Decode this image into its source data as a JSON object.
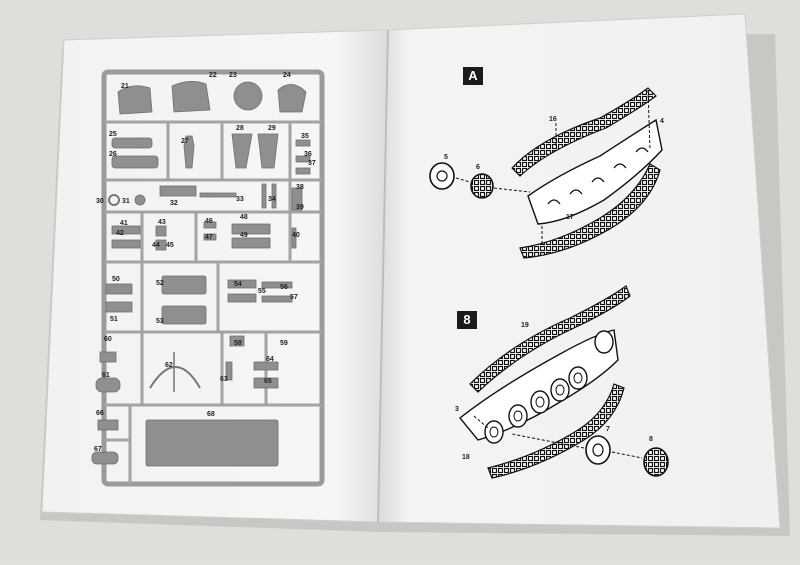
{
  "sprue_numbers": [
    "21",
    "22",
    "23",
    "24",
    "25",
    "26",
    "27",
    "28",
    "29",
    "35",
    "36",
    "37",
    "30",
    "31",
    "32",
    "33",
    "34",
    "38",
    "39",
    "40",
    "41",
    "42",
    "43",
    "44",
    "45",
    "46",
    "47",
    "48",
    "49",
    "50",
    "51",
    "52",
    "53",
    "54",
    "55",
    "56",
    "57",
    "58",
    "59",
    "60",
    "61",
    "62",
    "63",
    "64",
    "65",
    "66",
    "67",
    "68"
  ],
  "step_a": {
    "label": "A",
    "parts": [
      "5",
      "6",
      "16",
      "4",
      "17"
    ]
  },
  "step_b": {
    "label": "8",
    "parts": [
      "19",
      "3",
      "18",
      "7",
      "8"
    ]
  }
}
